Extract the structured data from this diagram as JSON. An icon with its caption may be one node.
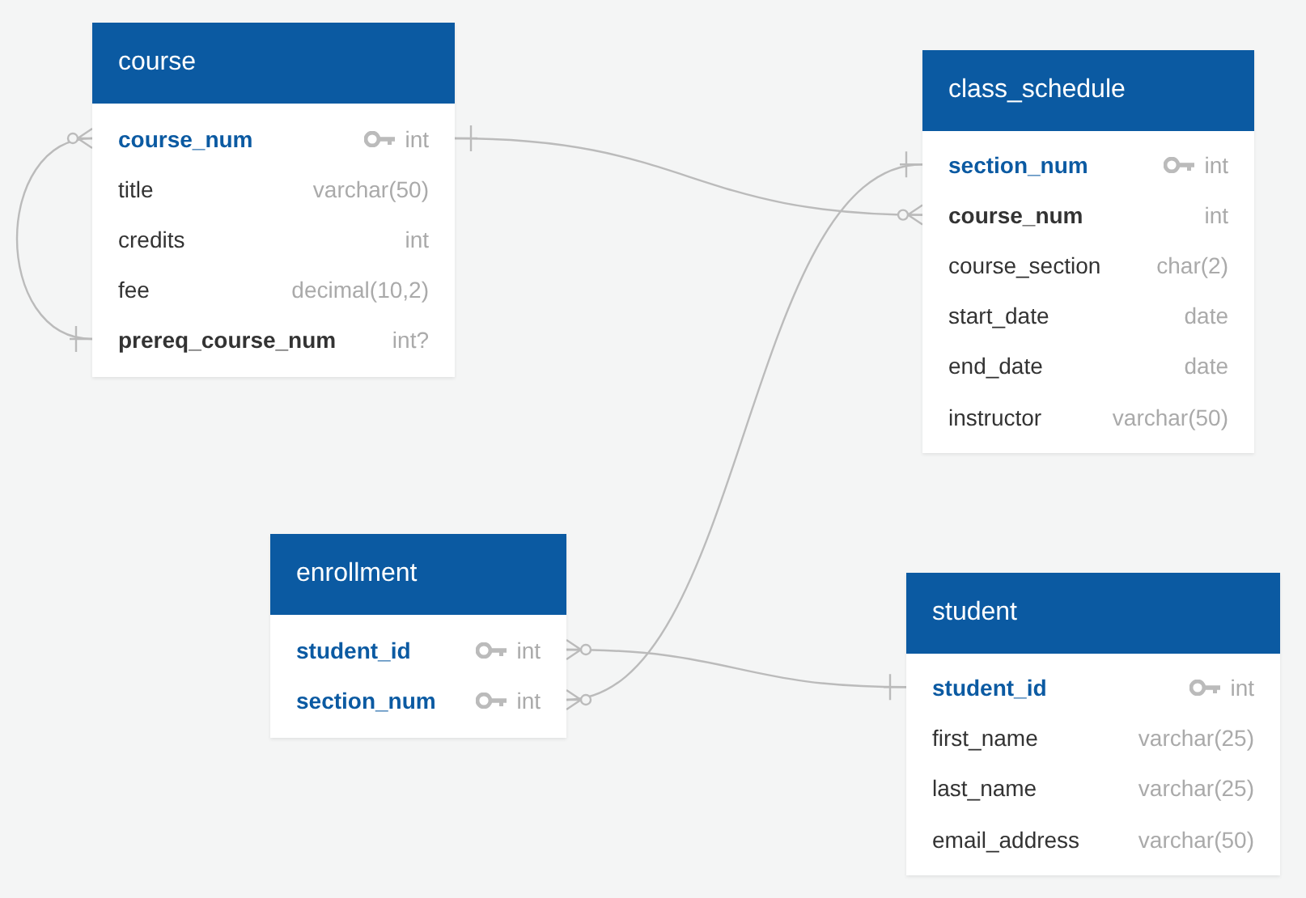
{
  "diagram": {
    "nodes": [
      {
        "text": [
          "course"
        ]
      },
      {
        "text": [
          "course_num",
          "int"
        ],
        "in": 0
      },
      {
        "text": [
          "title",
          "varchar(50)"
        ],
        "in": 0
      },
      {
        "text": [
          "credits",
          "int"
        ],
        "in": 0
      },
      {
        "text": [
          "fee",
          "decimal(10,2)"
        ],
        "in": 0
      },
      {
        "text": [
          "prereq_course_num",
          "int?"
        ],
        "in": 0
      },
      {
        "text": [
          "class_schedule"
        ]
      },
      {
        "text": [
          "section_num",
          "int"
        ],
        "in": 6
      },
      {
        "text": [
          "course_num",
          "int"
        ],
        "in": 6
      },
      {
        "text": [
          "course_section",
          "char(2)"
        ],
        "in": 6
      },
      {
        "text": [
          "start_date",
          "date"
        ],
        "in": 6
      },
      {
        "text": [
          "end_date",
          "date"
        ],
        "in": 6
      },
      {
        "text": [
          "instructor",
          "varchar(50)"
        ],
        "in": 6
      },
      {
        "text": [
          "enrollment"
        ]
      },
      {
        "text": [
          "student_id",
          "int"
        ],
        "in": 13
      },
      {
        "text": [
          "section_num",
          "int"
        ],
        "in": 13
      },
      {
        "text": [
          "student"
        ]
      },
      {
        "text": [
          "student_id",
          "int"
        ],
        "in": 16
      },
      {
        "text": [
          "first_name",
          "varchar(25)"
        ],
        "in": 16
      },
      {
        "text": [
          "last_name",
          "varchar(25)"
        ],
        "in": 16
      },
      {
        "text": [
          "email_address",
          "varchar(50)"
        ],
        "in": 16
      }
    ],
    "edges": [
      {
        "from": 1,
        "to": 8,
        "arrow": "other"
      },
      {
        "from": 1,
        "to": 5,
        "arrow": "other"
      },
      {
        "from": 7,
        "to": 15,
        "arrow": "other"
      },
      {
        "from": 14,
        "to": 17,
        "arrow": "other"
      }
    ]
  }
}
